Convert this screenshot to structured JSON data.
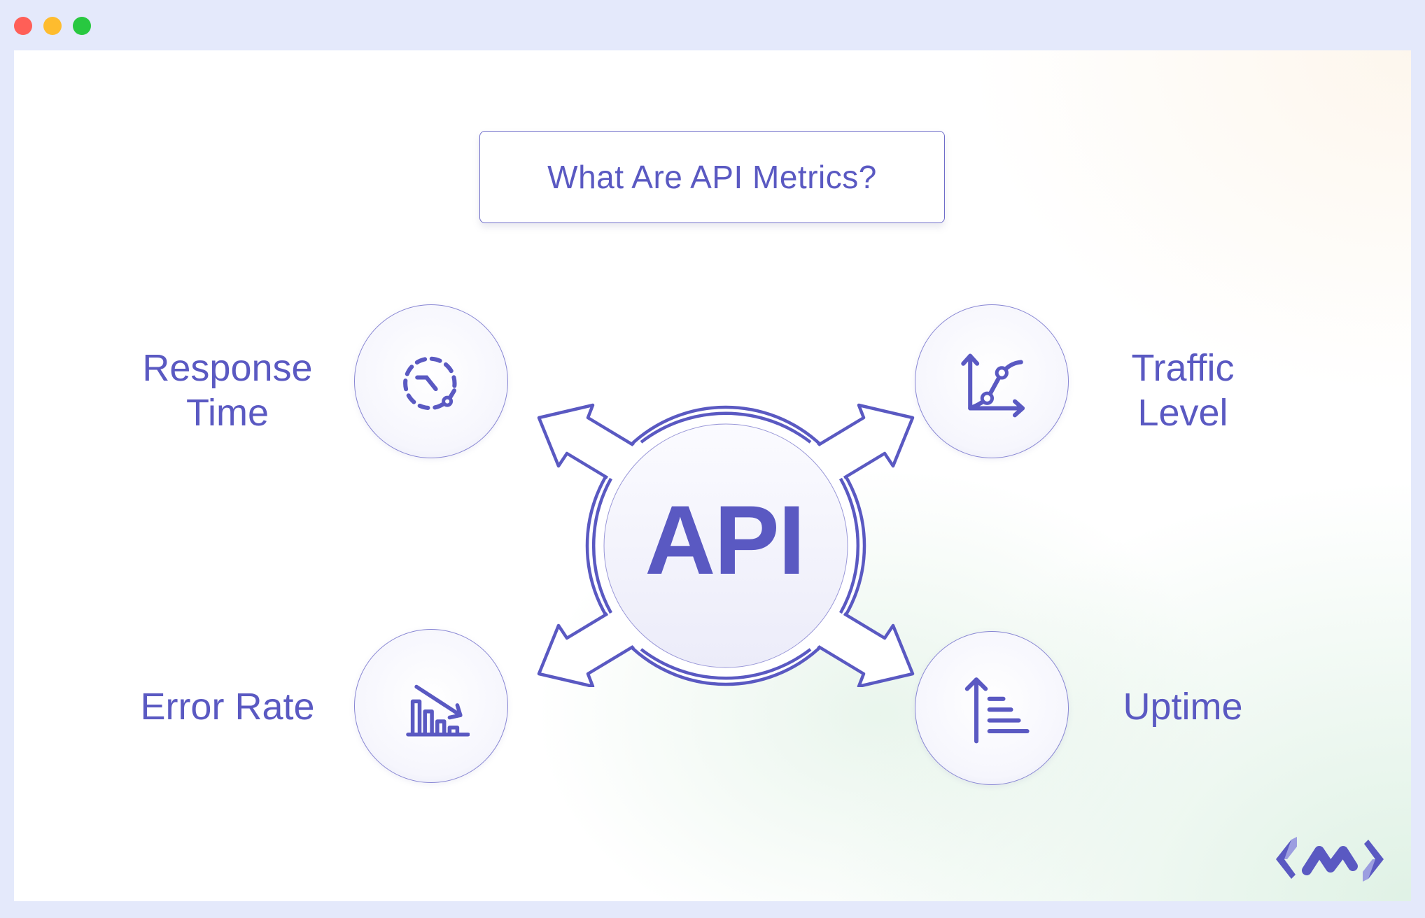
{
  "window": {
    "controls": [
      {
        "name": "close",
        "color": "#ff5f57"
      },
      {
        "name": "minimize",
        "color": "#febc2e"
      },
      {
        "name": "maximize",
        "color": "#28c840"
      }
    ]
  },
  "diagram": {
    "title": "What Are API Metrics?",
    "center": {
      "label": "API"
    },
    "metrics": [
      {
        "id": "response-time",
        "line1": "Response",
        "line2": "Time",
        "icon": "clock-dashed-icon",
        "position": "top-left"
      },
      {
        "id": "traffic-level",
        "line1": "Traffic",
        "line2": "Level",
        "icon": "line-chart-up-icon",
        "position": "top-right"
      },
      {
        "id": "error-rate",
        "line1": "Error Rate",
        "line2": "",
        "icon": "bar-chart-down-icon",
        "position": "bottom-left"
      },
      {
        "id": "uptime",
        "line1": "Uptime",
        "line2": "",
        "icon": "sort-ascending-icon",
        "position": "bottom-right"
      }
    ]
  },
  "colors": {
    "accent": "#5a59c2",
    "frame": "#e4e9fb",
    "logo_light": "#9c9ee0"
  },
  "brand": {
    "logo": "middleware-logo-icon"
  }
}
